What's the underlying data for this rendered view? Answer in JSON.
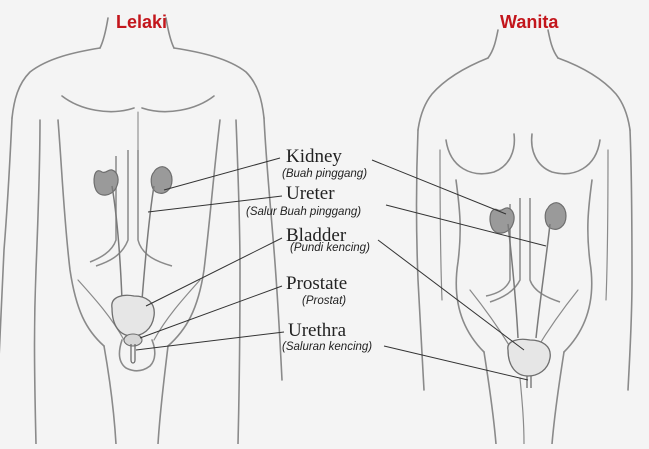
{
  "headings": {
    "male": "Lelaki",
    "female": "Wanita"
  },
  "labels": [
    {
      "id": "kidney",
      "term": "Kidney",
      "malay": "(Buah  pinggang)"
    },
    {
      "id": "ureter",
      "term": "Ureter",
      "malay": "(Salur Buah  pinggang)"
    },
    {
      "id": "bladder",
      "term": "Bladder",
      "malay": "(Pundi kencing)"
    },
    {
      "id": "prostate",
      "term": "Prostate",
      "malay": "(Prostat)"
    },
    {
      "id": "urethra",
      "term": "Urethra",
      "malay": "(Saluran kencing)"
    }
  ],
  "colors": {
    "background": "#f4f4f4",
    "heading": "#c3161c",
    "outline": "#8a8a8a",
    "kidney_fill": "#9a9a9a",
    "bladder_fill": "#e6e6e6",
    "leader_line": "#333333"
  }
}
